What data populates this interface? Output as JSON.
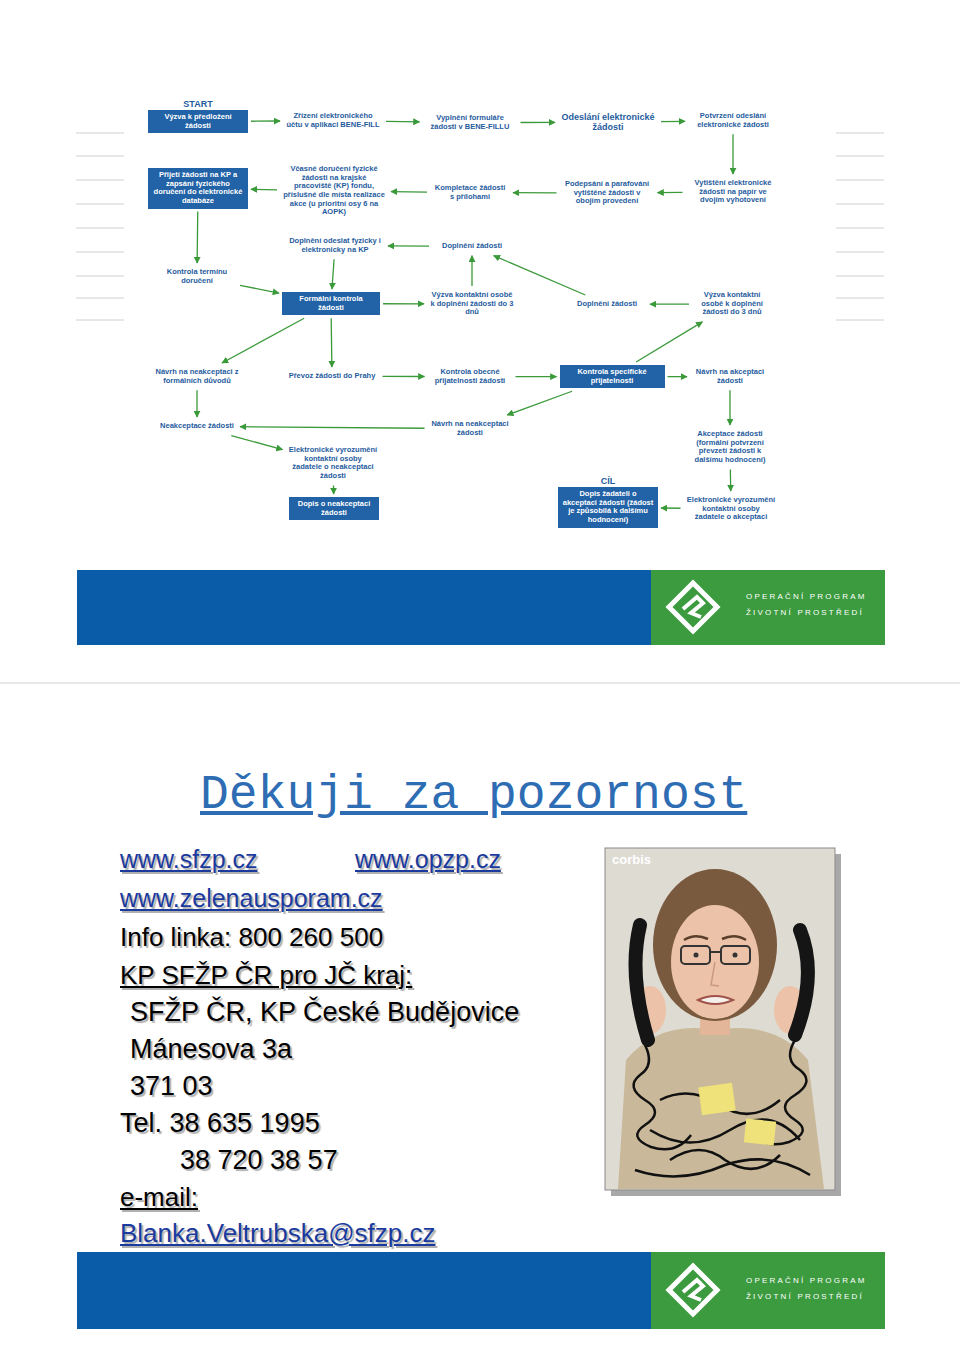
{
  "diagram": {
    "nodes": [
      {
        "text": [
          "START",
          "Výzva k předložení žádosti"
        ]
      },
      {
        "text": [
          "Zřízení elektronického účtu v aplikaci BENE-FILL"
        ]
      },
      {
        "text": [
          "Vyplnění formuláře žádosti v BENE-FILLU"
        ]
      },
      {
        "text": [
          "Odeslání elektronické žádosti"
        ]
      },
      {
        "text": [
          "Potvrzení odeslání elektronické žádosti"
        ]
      },
      {
        "text": [
          "Přijetí žádosti na KP a zapsání fyzického doručení do elektronické databáze"
        ]
      },
      {
        "text": [
          "Včasné doručení fyzické žádosti na krajské pracoviště (KP) fondu, příslušné dle místa realizace akce (u prioritní osy 6 na AOPK)"
        ]
      },
      {
        "text": [
          "Kompletace žádosti s přílohami"
        ]
      },
      {
        "text": [
          "Podepsání a parafování vytištěné žádosti v obojím provedení"
        ]
      },
      {
        "text": [
          "Vytištění elektronické žádosti na papír ve dvojím vyhotovení"
        ]
      },
      {
        "text": [
          "Doplnění odeslat fyzicky i elektronicky na KP"
        ]
      },
      {
        "text": [
          "Doplnění žádosti"
        ]
      },
      {
        "text": [
          "Kontrola termínu doručení"
        ]
      },
      {
        "text": [
          "Formální kontrola žádosti"
        ]
      },
      {
        "text": [
          "Výzva kontaktní osobě k doplnění žádosti do 3 dnů"
        ]
      },
      {
        "text": [
          "Doplnění žádosti"
        ]
      },
      {
        "text": [
          "Výzva kontaktní osobě k doplnění žádosti do 3 dnů"
        ]
      },
      {
        "text": [
          "Návrh na neakceptaci z formálních důvodů"
        ]
      },
      {
        "text": [
          "Převoz žádosti do Prahy"
        ]
      },
      {
        "text": [
          "Kontrola obecné přijatelnosti žádosti"
        ]
      },
      {
        "text": [
          "Kontrola specifické přijatelnosti"
        ]
      },
      {
        "text": [
          "Návrh na akceptaci žádosti"
        ]
      },
      {
        "text": [
          "Neakceptace žádosti"
        ]
      },
      {
        "text": [
          "Návrh na neakceptaci žádosti"
        ]
      },
      {
        "text": [
          "Akceptace žádosti (formální potvrzení převzetí žádosti k dalšímu hodnocení)"
        ]
      },
      {
        "text": [
          "Elektronické vyrozumění kontaktní osoby žadatele o neakceptaci žádosti"
        ]
      },
      {
        "text": [
          "CÍL",
          "Dopis žadateli o akceptaci žádosti (žádost je způsobilá k dalšímu hodnocení)"
        ]
      },
      {
        "text": [
          "Elektronické vyrozumění kontaktní osoby žadatele o akceptaci"
        ]
      },
      {
        "text": [
          "Dopis o neakceptaci žádosti"
        ]
      }
    ],
    "edges": [
      {
        "from": 0,
        "to": 1,
        "arrow": "to"
      },
      {
        "from": 1,
        "to": 2,
        "arrow": "to"
      },
      {
        "from": 2,
        "to": 3,
        "arrow": "to"
      },
      {
        "from": 3,
        "to": 4,
        "arrow": "to"
      },
      {
        "from": 4,
        "to": 9,
        "arrow": "to"
      },
      {
        "from": 9,
        "to": 8,
        "arrow": "to"
      },
      {
        "from": 8,
        "to": 7,
        "arrow": "to"
      },
      {
        "from": 7,
        "to": 6,
        "arrow": "to"
      },
      {
        "from": 6,
        "to": 5,
        "arrow": "to"
      },
      {
        "from": 5,
        "to": 12,
        "arrow": "to"
      },
      {
        "from": 12,
        "to": 13,
        "arrow": "to"
      },
      {
        "from": 11,
        "to": 10,
        "arrow": "to"
      },
      {
        "from": 10,
        "to": 13,
        "arrow": "to"
      },
      {
        "from": 13,
        "to": 14,
        "arrow": "to"
      },
      {
        "from": 14,
        "to": 11,
        "arrow": "to"
      },
      {
        "from": 16,
        "to": 15,
        "arrow": "to"
      },
      {
        "from": 15,
        "to": 11,
        "arrow": "to"
      },
      {
        "from": 13,
        "to": 17,
        "arrow": "to"
      },
      {
        "from": 13,
        "to": 18,
        "arrow": "to"
      },
      {
        "from": 18,
        "to": 19,
        "arrow": "to"
      },
      {
        "from": 19,
        "to": 20,
        "arrow": "to"
      },
      {
        "from": 20,
        "to": 21,
        "arrow": "to"
      },
      {
        "from": 20,
        "to": 16,
        "arrow": "to"
      },
      {
        "from": 20,
        "to": 23,
        "arrow": "to"
      },
      {
        "from": 17,
        "to": 22,
        "arrow": "to"
      },
      {
        "from": 23,
        "to": 22,
        "arrow": "to"
      },
      {
        "from": 22,
        "to": 25,
        "arrow": "to"
      },
      {
        "from": 25,
        "to": 28,
        "arrow": "to"
      },
      {
        "from": 21,
        "to": 24,
        "arrow": "to"
      },
      {
        "from": 24,
        "to": 27,
        "arrow": "to"
      },
      {
        "from": 27,
        "to": 26,
        "arrow": "to"
      }
    ],
    "labels": [
      "OPERAČNÍ PROGRAM",
      "ŽIVOTNÍ PROSTŘEDÍ",
      "Děkuji za pozornost",
      "www.sfzp.cz",
      "www.opzp.cz",
      "www.zelenausporam.cz",
      "Info linka: 800 260 500",
      "KP SFŽP ČR pro JČ kraj:",
      "SFŽP ČR, KP České Budějovice",
      "Mánesova 3a",
      "371 03",
      "Tel. 38 635 1995",
      "38 720 38 57",
      "e-mail:",
      "Blanka.Veltrubska@sfzp.cz",
      "corbis",
      "OPERAČNÍ PROGRAM",
      "ŽIVOTNÍ PROSTŘEDÍ"
    ]
  }
}
